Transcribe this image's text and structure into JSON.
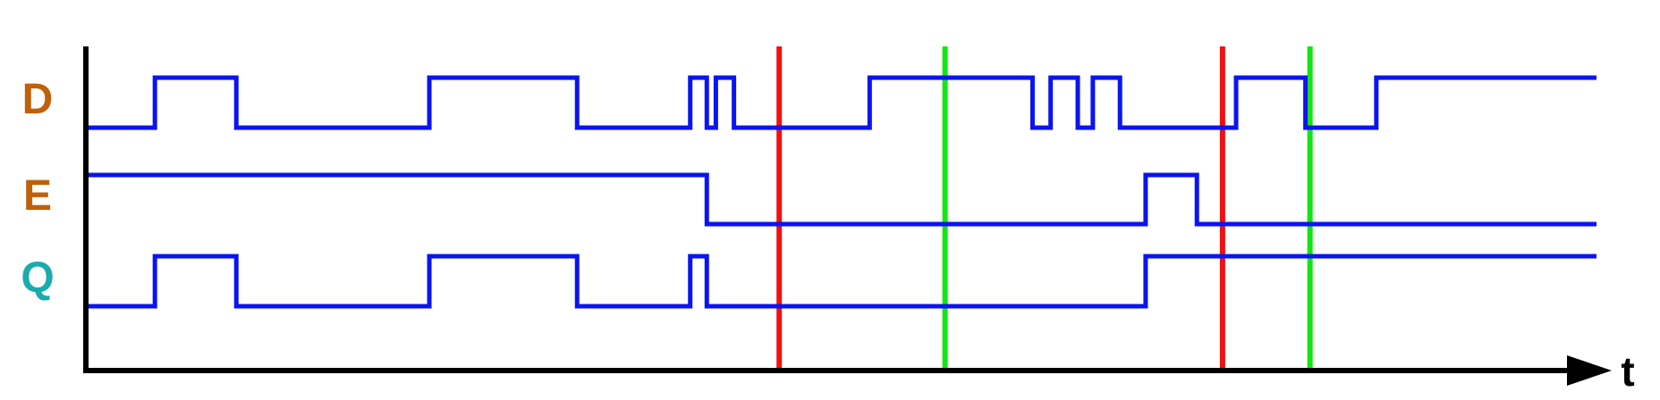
{
  "axis": {
    "label": "t",
    "axis_color": "#000000"
  },
  "time_range": [
    0,
    100
  ],
  "signals": [
    {
      "label": "D",
      "label_color": "#c0600a",
      "wave_color": "#0a14f0",
      "initial": 0,
      "transitions": [
        4.4,
        9.8,
        22.6,
        32.4,
        39.9,
        41.0,
        41.6,
        42.8,
        51.8,
        62.6,
        63.8,
        65.6,
        66.6,
        68.4,
        76.1,
        80.7,
        85.4
      ]
    },
    {
      "label": "E",
      "label_color": "#c0600a",
      "wave_color": "#0a14f0",
      "initial": 1,
      "transitions": [
        41.0,
        70.1,
        73.5
      ]
    },
    {
      "label": "Q",
      "label_color": "#1aacac",
      "wave_color": "#0a14f0",
      "initial": 0,
      "transitions": [
        4.4,
        9.8,
        22.6,
        32.4,
        39.9,
        41.0,
        70.1
      ]
    }
  ],
  "markers": [
    {
      "t": 45.8,
      "color": "#f01010"
    },
    {
      "t": 56.8,
      "color": "#10e810"
    },
    {
      "t": 75.2,
      "color": "#f01010"
    },
    {
      "t": 81.0,
      "color": "#10e810"
    }
  ]
}
